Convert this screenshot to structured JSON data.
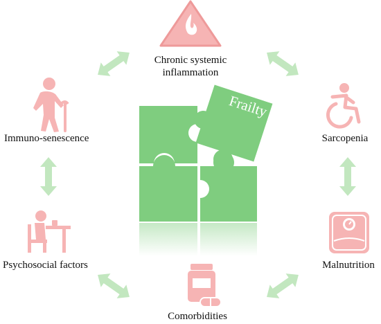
{
  "center": {
    "piece_label": "Frailty"
  },
  "factors": {
    "inflammation": {
      "label_line1": "Chronic systemic",
      "label_line2": "inflammation",
      "icon": "flame-warning-icon"
    },
    "sarcopenia": {
      "label": "Sarcopenia",
      "icon": "wheelchair-icon"
    },
    "malnutrition": {
      "label": "Malnutrition",
      "icon": "scale-icon"
    },
    "comorbidities": {
      "label": "Comorbidities",
      "icon": "medication-bottle-icon"
    },
    "psychosocial": {
      "label": "Psychosocial factors",
      "icon": "person-at-desk-icon"
    },
    "immunosenescence": {
      "label": "Immuno-senescence",
      "icon": "elderly-person-icon"
    }
  },
  "colors": {
    "puzzle_green": "#7fcd7f",
    "arrow_green": "#c2e7bf",
    "icon_pink": "#f6b4b4",
    "icon_pink_dark": "#ee9a9a"
  }
}
